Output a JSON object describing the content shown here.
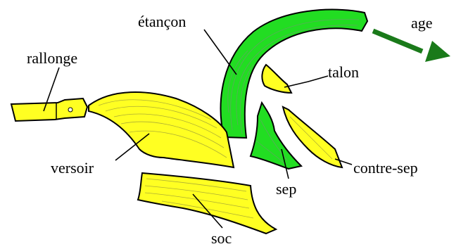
{
  "colors": {
    "yellow_part": "#ffff22",
    "green_part": "#22dd22",
    "arrow": "#1a7a1a",
    "outline": "#000000",
    "background": "#ffffff"
  },
  "labels": {
    "etancon": "étançon",
    "age": "age",
    "rallonge": "rallonge",
    "talon": "talon",
    "versoir": "versoir",
    "contre_sep": "contre-sep",
    "sep": "sep",
    "soc": "soc"
  }
}
